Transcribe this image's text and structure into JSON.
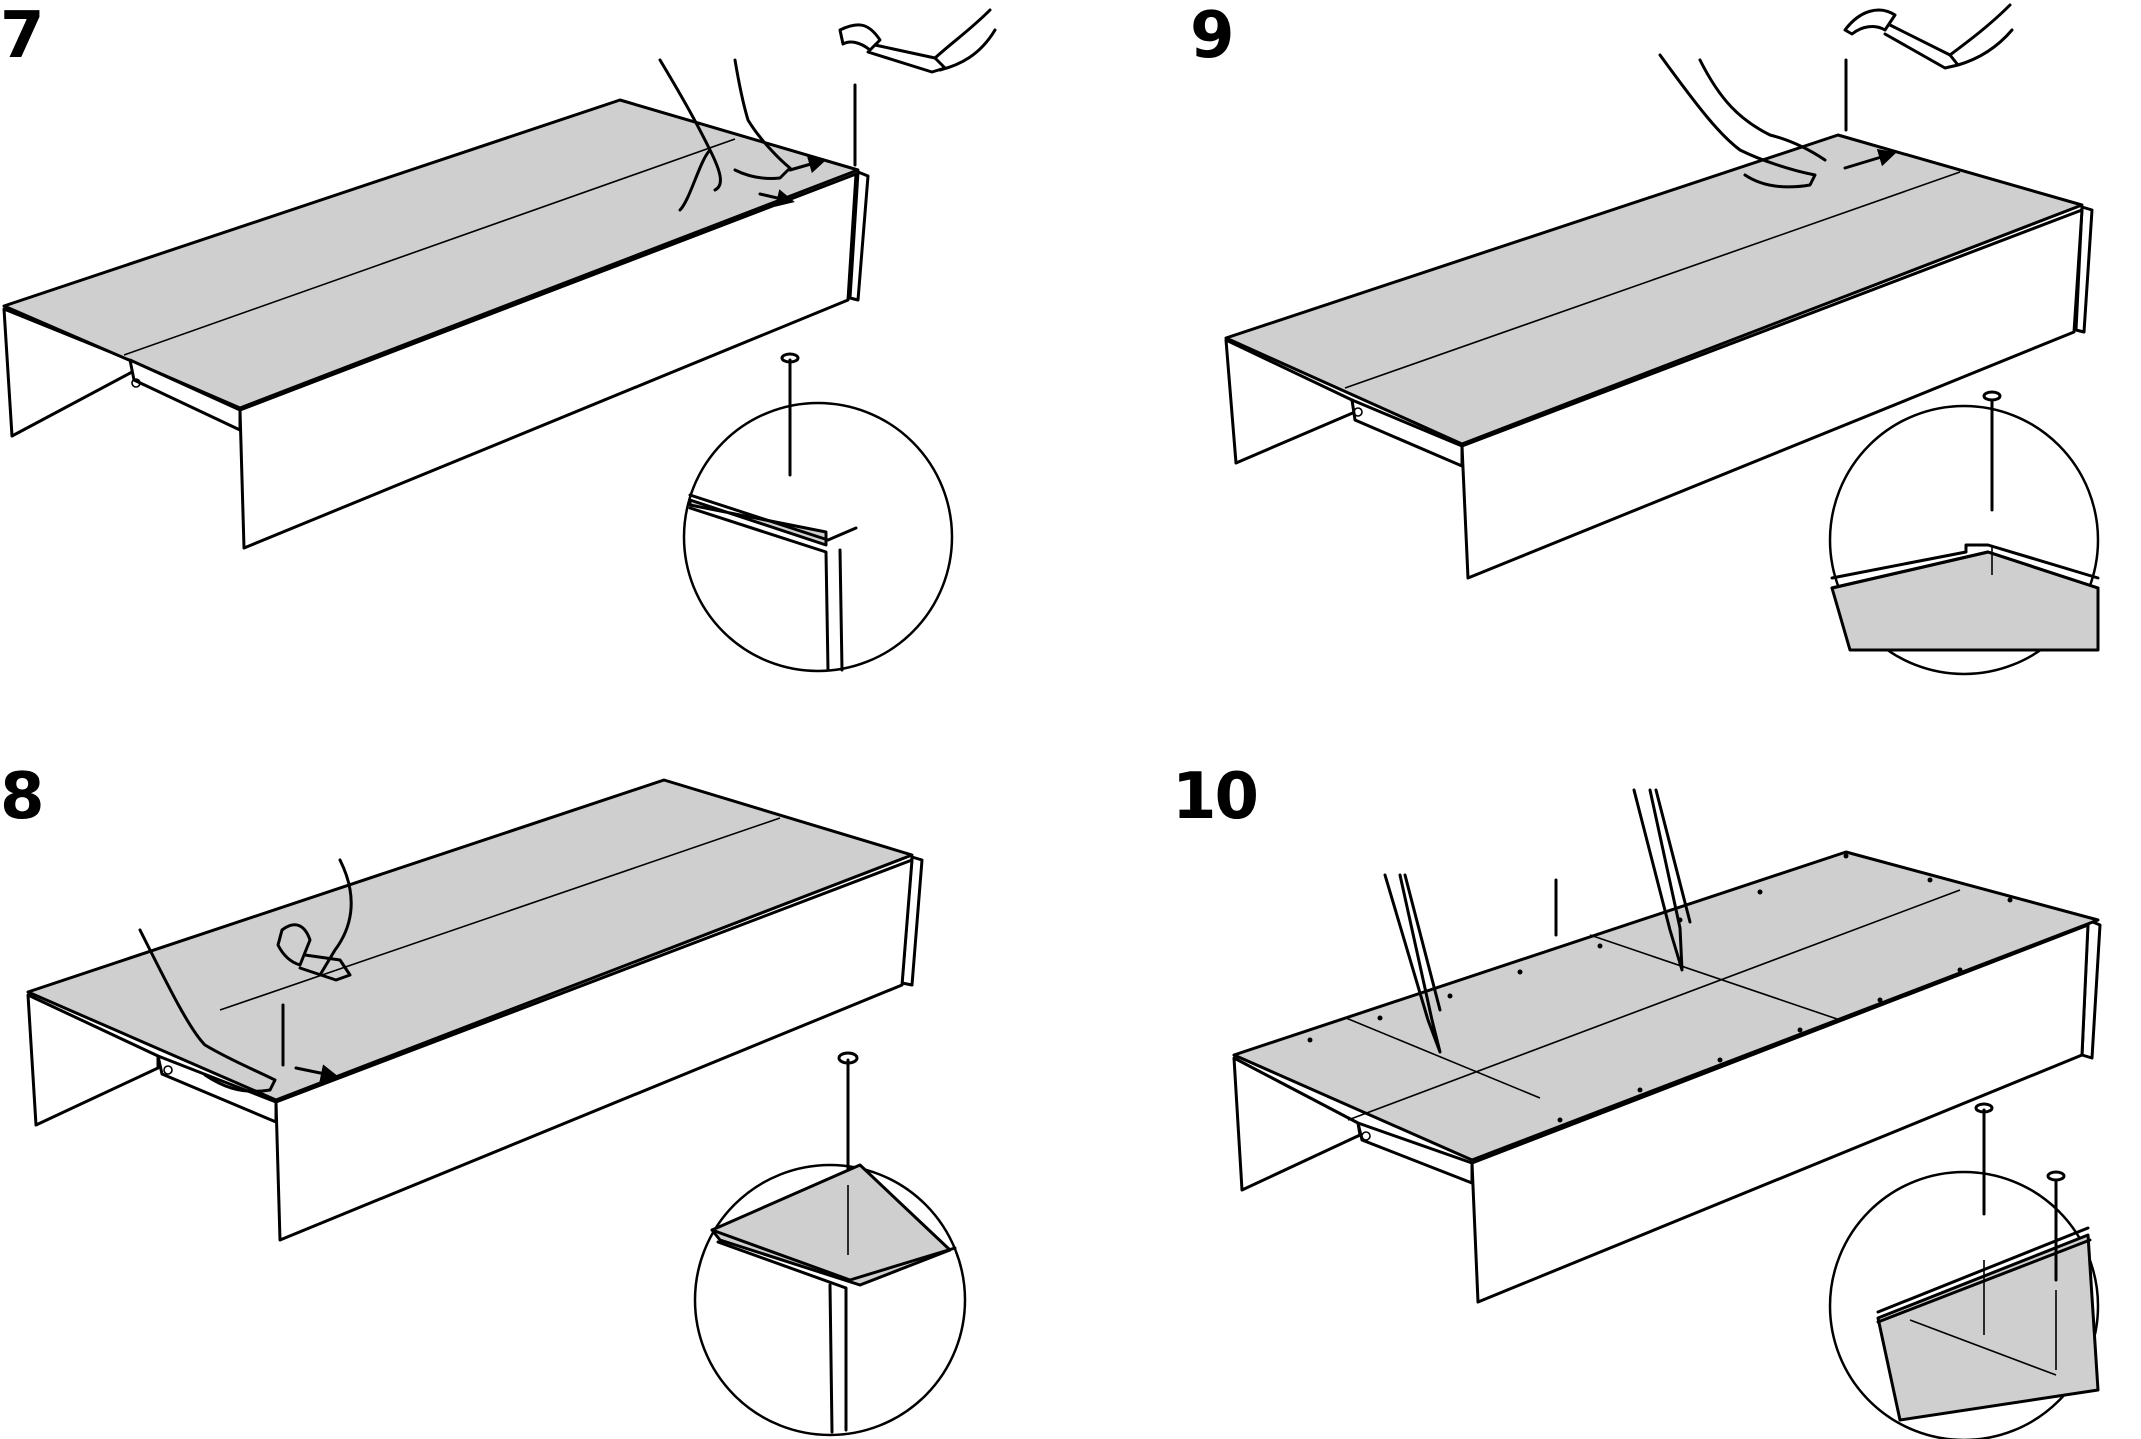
{
  "steps": [
    {
      "number": "7"
    },
    {
      "number": "9"
    },
    {
      "number": "8"
    },
    {
      "number": "10"
    }
  ],
  "colors": {
    "panel_fill": "#cfcfcf",
    "line": "#000000",
    "background": "#ffffff"
  },
  "icons": [
    "hammer-icon",
    "nail-icon",
    "hand-icon",
    "push-arrow-icon",
    "pencil-icon",
    "magnifier-detail"
  ]
}
